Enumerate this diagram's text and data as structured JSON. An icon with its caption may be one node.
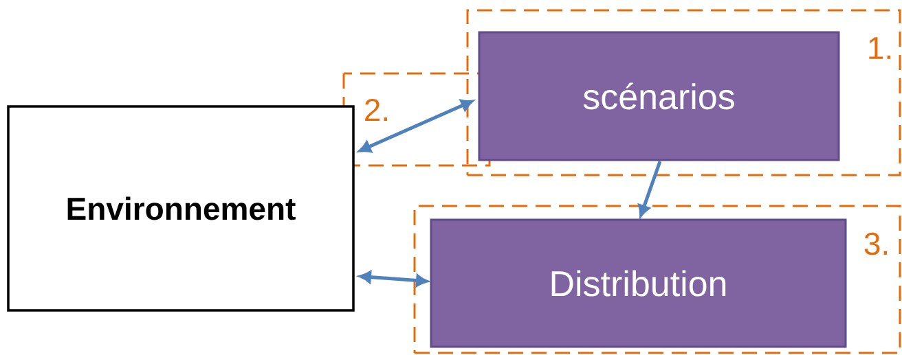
{
  "diagram": {
    "nodes": [
      {
        "text": [
          "1."
        ]
      },
      {
        "text": [
          "scénarios"
        ],
        "in": 0
      },
      {
        "text": [
          "Environnement"
        ]
      },
      {
        "text": [
          "3."
        ]
      },
      {
        "text": [
          "Distribution"
        ],
        "in": 3
      }
    ],
    "edges": [
      {
        "from": 2,
        "to": 1,
        "arrow": "both"
      },
      {
        "from": 1,
        "to": 4,
        "arrow": "to"
      },
      {
        "from": 2,
        "to": 4,
        "arrow": "both"
      }
    ],
    "labels": [
      "2."
    ]
  }
}
